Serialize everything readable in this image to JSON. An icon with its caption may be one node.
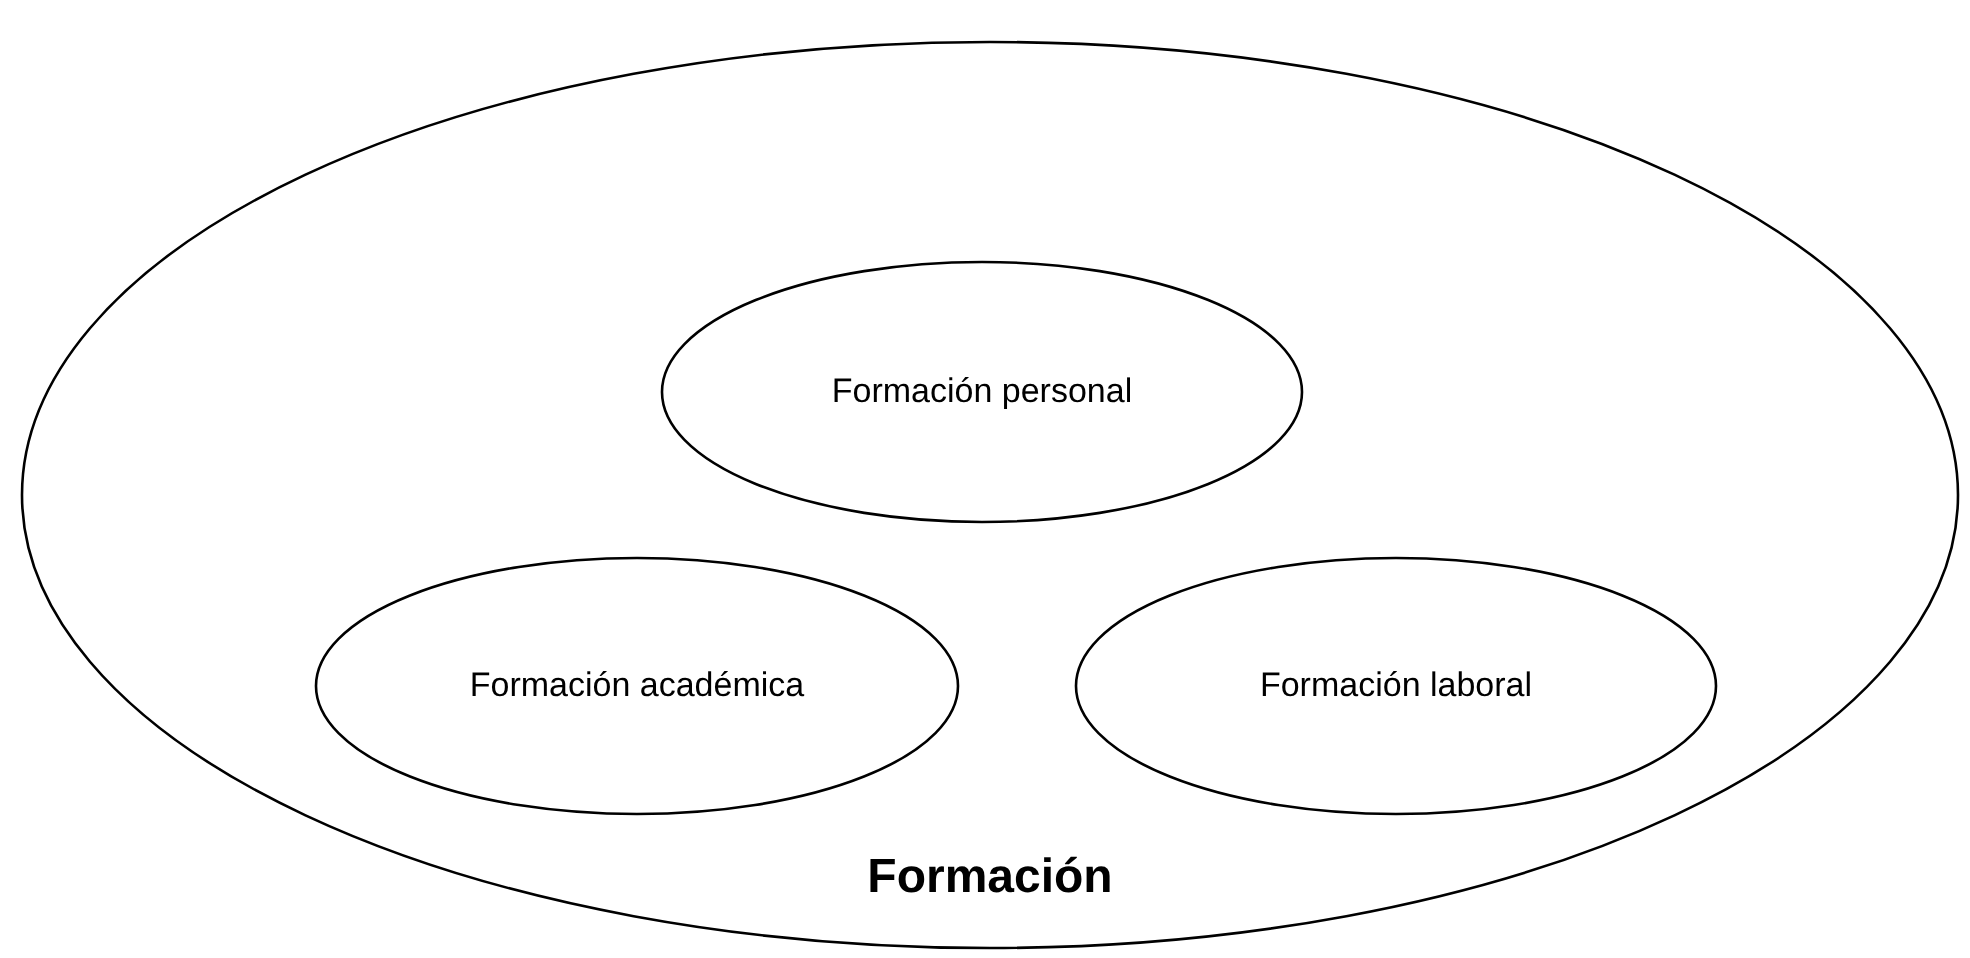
{
  "diagram": {
    "nodes": [
      {
        "text": [
          "Formación"
        ]
      },
      {
        "text": [
          "Formación personal"
        ],
        "in": 0
      },
      {
        "text": [
          "Formación académica"
        ],
        "in": 0
      },
      {
        "text": [
          "Formación laboral"
        ],
        "in": 0
      }
    ]
  }
}
